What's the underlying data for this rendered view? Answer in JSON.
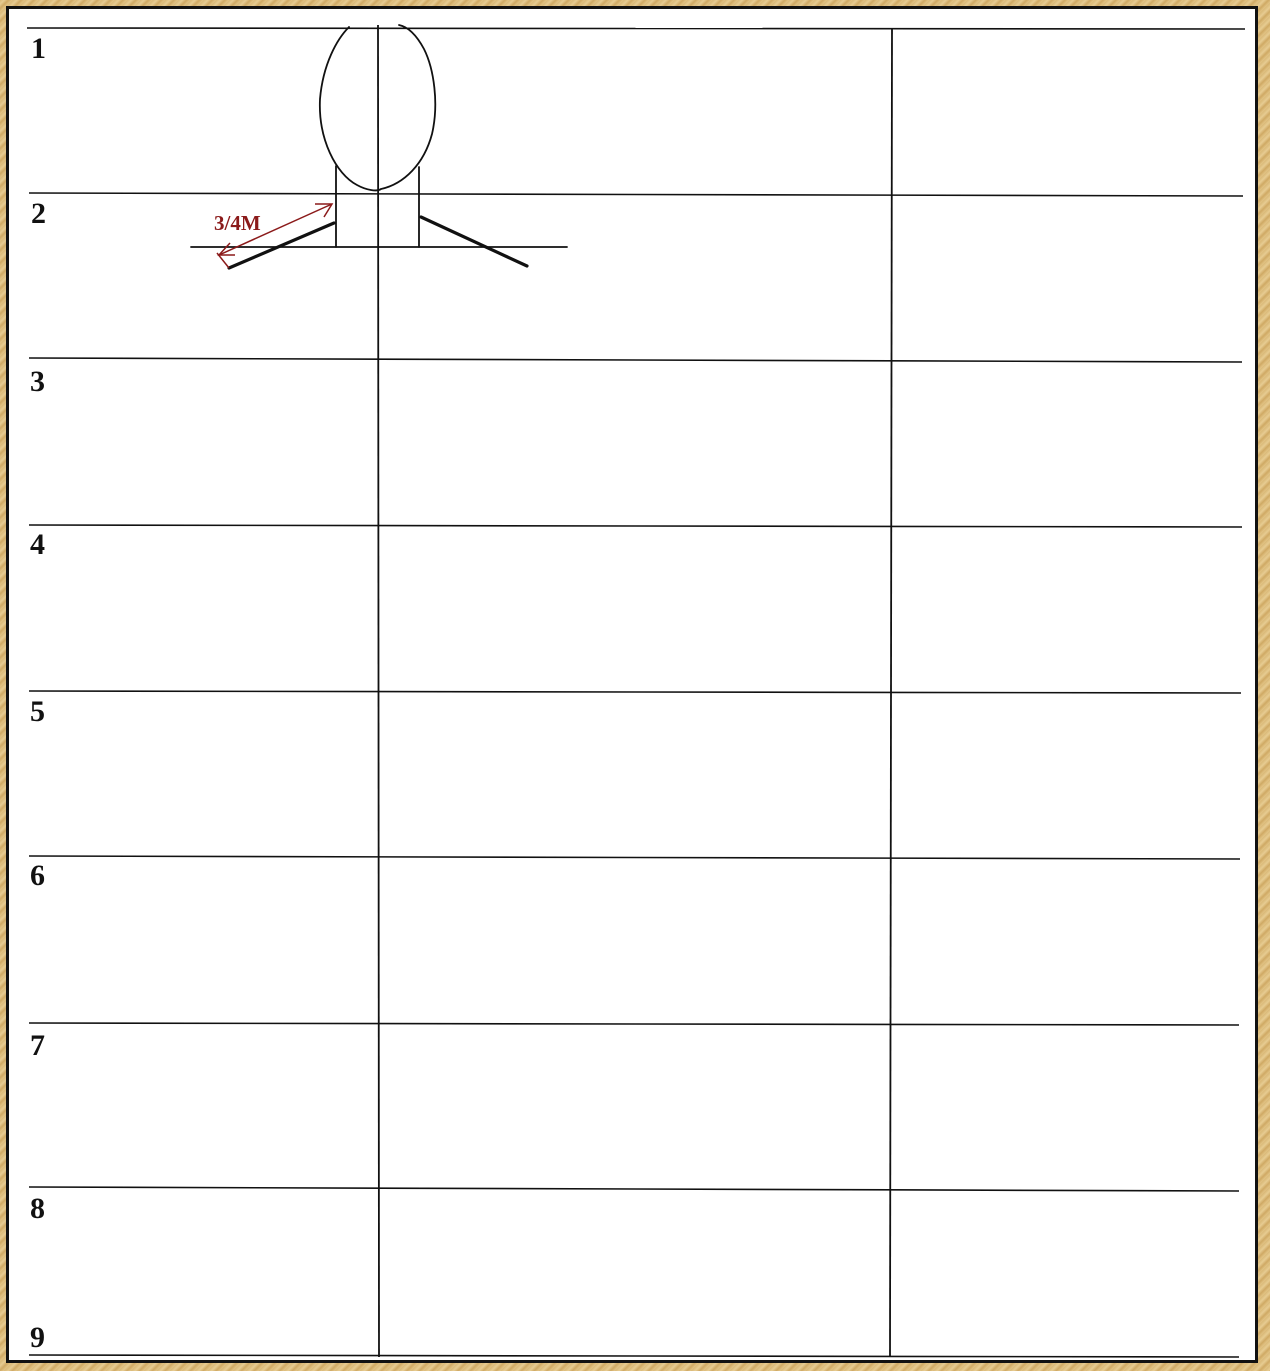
{
  "rows": [
    "1",
    "2",
    "3",
    "4",
    "5",
    "6",
    "7",
    "8",
    "9"
  ],
  "measurement": {
    "label": "3/4M"
  },
  "colors": {
    "line": "#111111",
    "annotation": "#8b1a1a",
    "frame": "#d9b877"
  }
}
